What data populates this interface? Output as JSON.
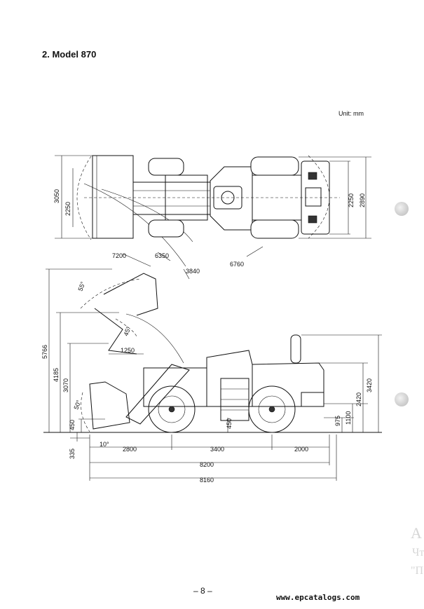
{
  "heading": "2.  Model 870",
  "unit": "Unit:  mm",
  "page_number": "– 8 –",
  "footer_link": "www.epcatalogs.com",
  "ghost_edge": [
    "А",
    "Чт",
    "\"П"
  ],
  "top_view": {
    "left_dims": [
      "3050",
      "2250"
    ],
    "right_dims": [
      "2250",
      "2890"
    ],
    "radii": [
      "7200",
      "6350",
      "3840",
      "6760"
    ]
  },
  "side_view": {
    "heights": [
      "5766",
      "4185",
      "3070",
      "450",
      "335"
    ],
    "reach": "1250",
    "angles": [
      "55°",
      "45°",
      "50°",
      "10°"
    ],
    "right_heights": [
      "3420",
      "2420",
      "1100",
      "975"
    ],
    "step_height": "450",
    "lengths": [
      "2800",
      "3400",
      "2000"
    ],
    "total_lengths": [
      "8200",
      "8160"
    ]
  }
}
